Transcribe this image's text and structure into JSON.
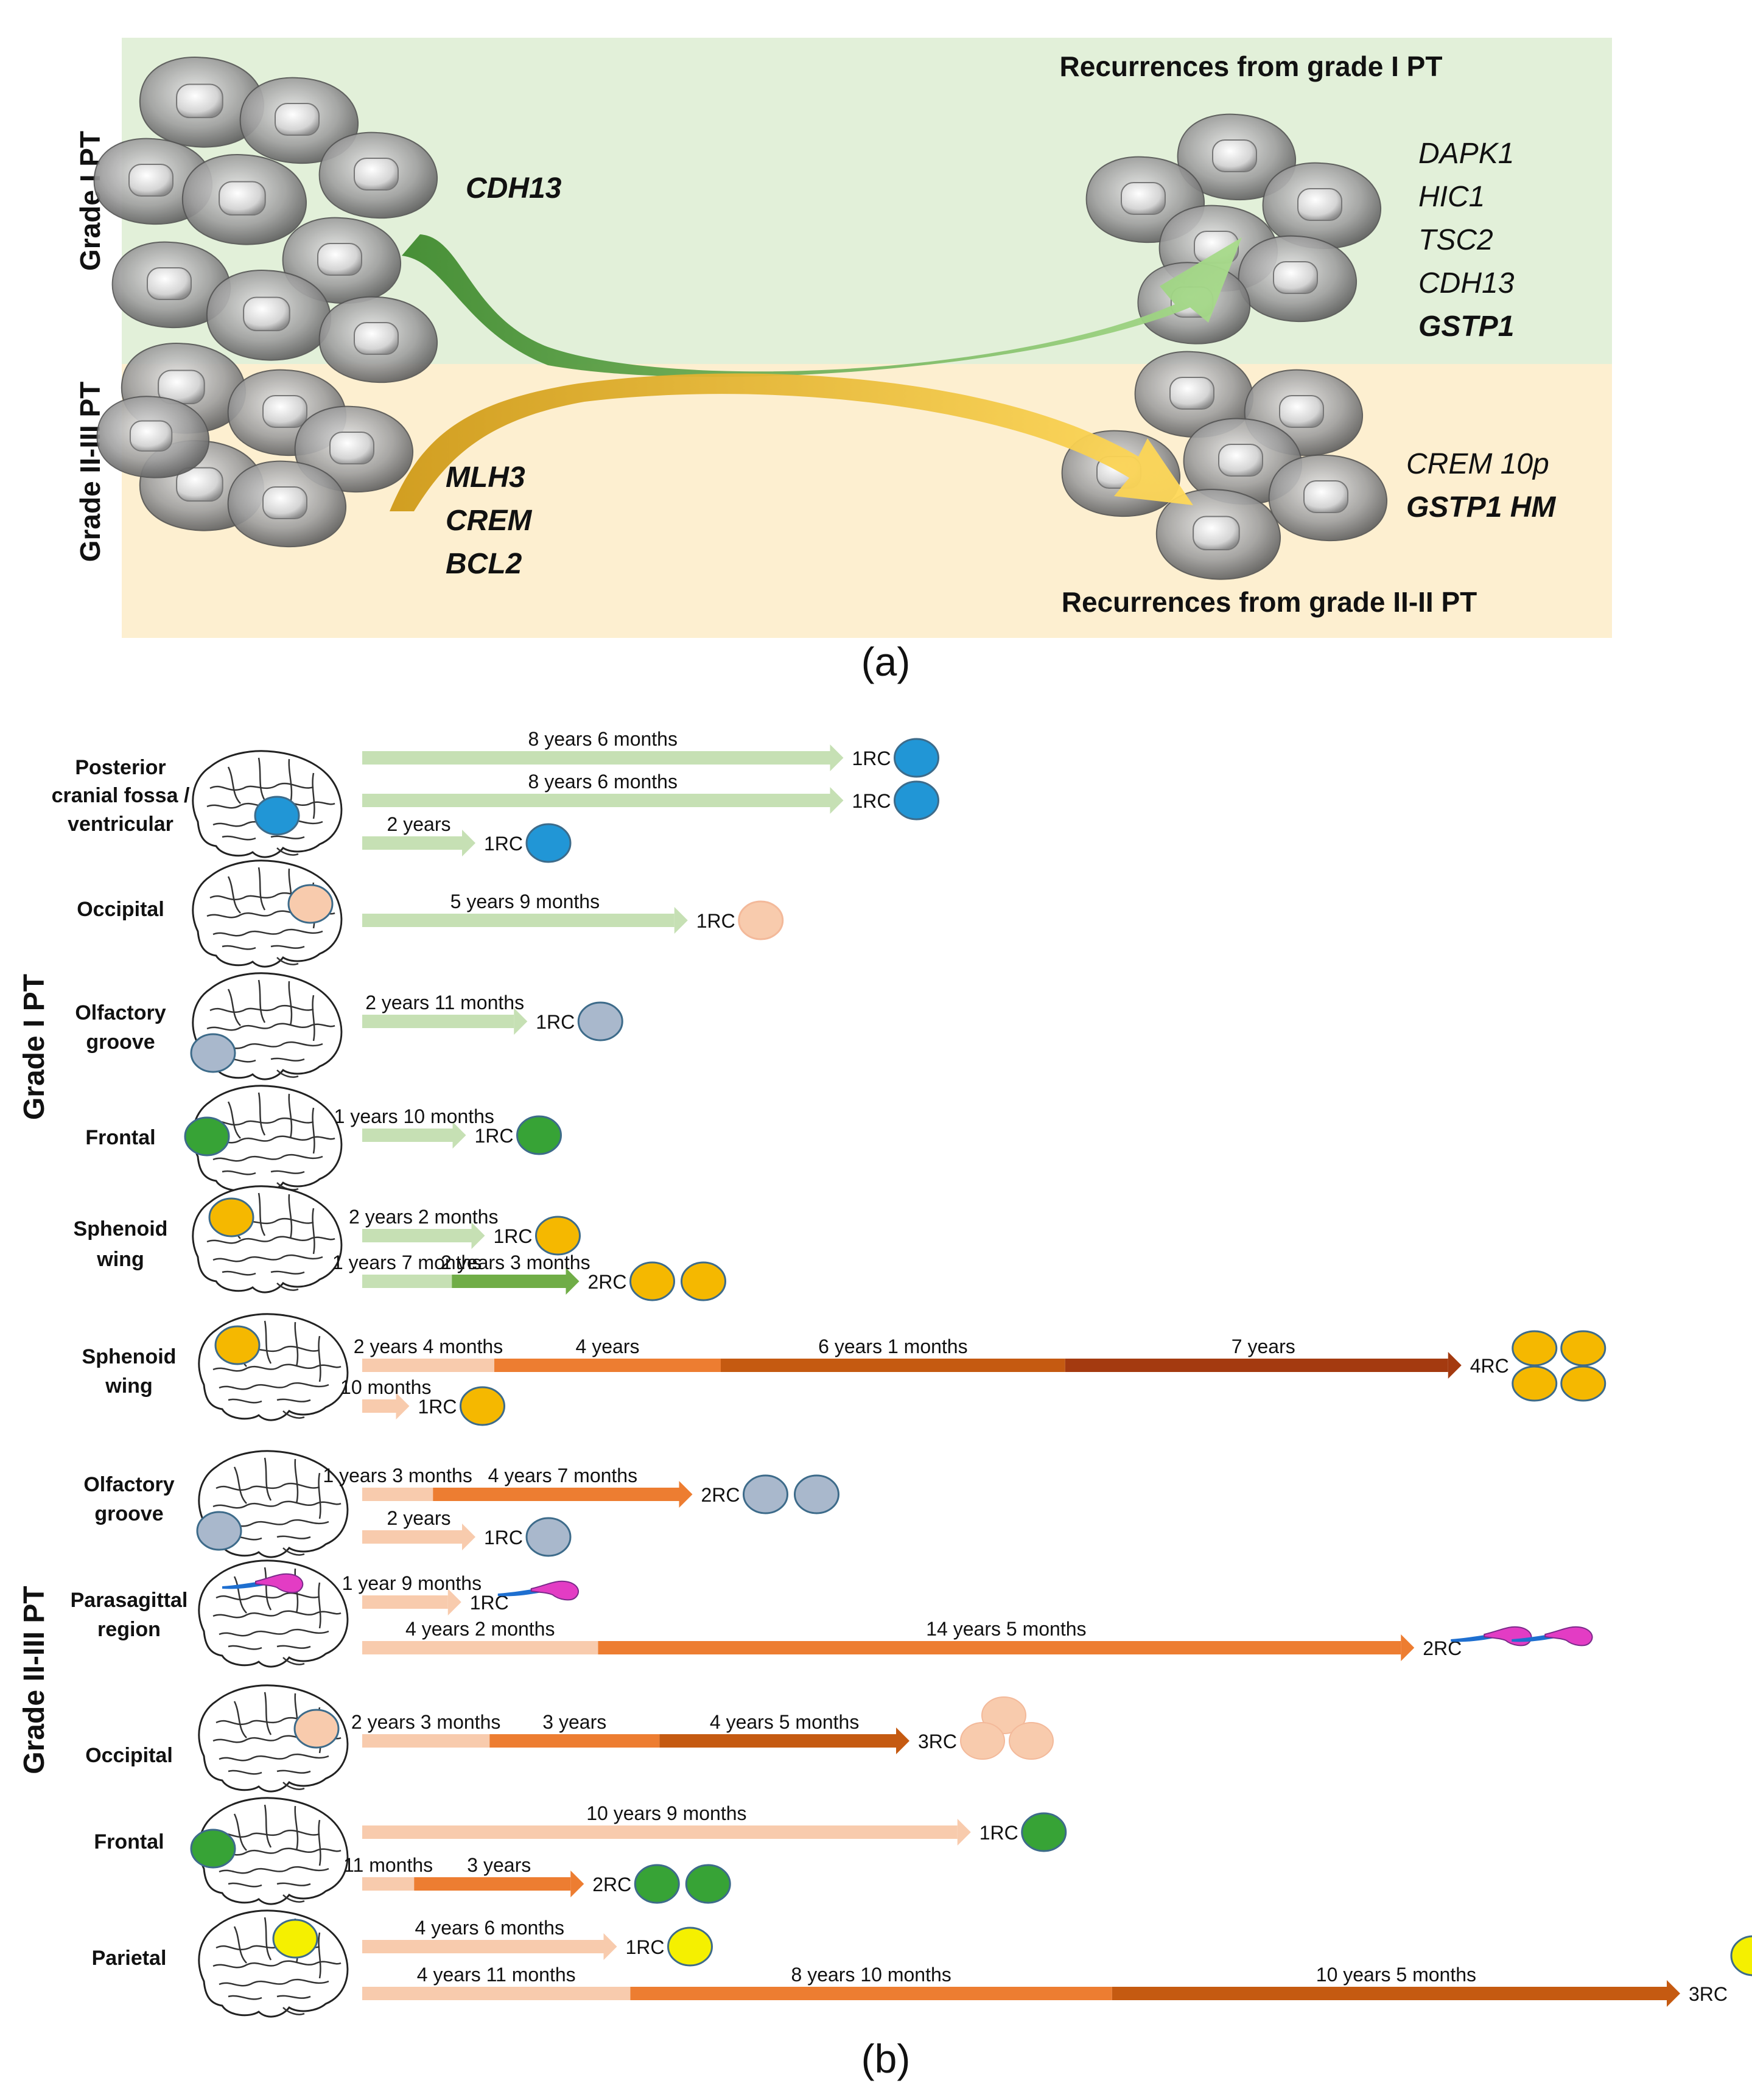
{
  "panel_a": {
    "caption": "(a)",
    "band_labels": {
      "grade1": "Grade I PT",
      "grade23": "Grade II-III PT"
    },
    "titles": {
      "recur_g1": "Recurrences from grade I PT",
      "recur_g23": "Recurrences from grade II-II PT"
    },
    "genes_g1_primary": [
      "CDH13"
    ],
    "genes_g1_recur": [
      {
        "text": "DAPK1",
        "bold": false
      },
      {
        "text": "HIC1",
        "bold": false
      },
      {
        "text": "TSC2",
        "bold": false
      },
      {
        "text": "CDH13",
        "bold": false
      },
      {
        "text": "GSTP1",
        "bold": true
      }
    ],
    "genes_g23_primary": [
      "MLH3",
      "CREM",
      "BCL2"
    ],
    "genes_g23_recur": [
      {
        "text": "CREM 10p",
        "bold": false
      },
      {
        "text": "GSTP1 HM",
        "bold": true
      }
    ],
    "colors": {
      "green_band": "#e2f0d9",
      "yellow_band": "#fdefd0",
      "green_arrow": "#4f9a3c",
      "yellow_arrow": "#d8a320"
    }
  },
  "panel_b": {
    "caption": "(b)",
    "group_labels": {
      "grade1": "Grade I PT",
      "grade23": "Grade II-III PT"
    },
    "colors": {
      "g1_light": "#c6e0b4",
      "g1_dark": "#70ad47",
      "g2_1": "#f8cbad",
      "g2_2": "#f4b183",
      "g2_3": "#ed7d31",
      "g2_4": "#c55a11",
      "g2_5": "#a43a10"
    },
    "rows": [
      {
        "group": "g1",
        "location": "Posterior cranial fossa / ventricular",
        "tumor": "#2196d6",
        "tumor_shape": "oval",
        "tumor_pos": "bottom-right",
        "arrows": [
          {
            "segments": [
              {
                "label": "8 years 6 months",
                "color": "#c6e0b4"
              }
            ],
            "rc": "1RC",
            "count": 1
          },
          {
            "segments": [
              {
                "label": "8 years 6 months",
                "color": "#c6e0b4"
              }
            ],
            "rc": "1RC",
            "count": 1
          },
          {
            "segments": [
              {
                "label": "2 years",
                "color": "#c6e0b4"
              }
            ],
            "rc": "1RC",
            "count": 1
          }
        ]
      },
      {
        "group": "g1",
        "location": "Occipital",
        "tumor": "#f8cbad",
        "tumor_shape": "oval",
        "tumor_pos": "right",
        "arrows": [
          {
            "segments": [
              {
                "label": "5 years 9 months",
                "color": "#c6e0b4"
              }
            ],
            "rc": "1RC",
            "count": 1
          }
        ]
      },
      {
        "group": "g1",
        "location": "Olfactory groove",
        "tumor": "#a9b8cc",
        "tumor_shape": "oval",
        "tumor_pos": "bottom-left",
        "arrows": [
          {
            "segments": [
              {
                "label": "2 years 11 months",
                "color": "#c6e0b4"
              }
            ],
            "rc": "1RC",
            "count": 1
          }
        ]
      },
      {
        "group": "g1",
        "location": "Frontal",
        "tumor": "#37a336",
        "tumor_shape": "oval",
        "tumor_pos": "left",
        "arrows": [
          {
            "segments": [
              {
                "label": "1 years 10 months",
                "color": "#c6e0b4"
              }
            ],
            "rc": "1RC",
            "count": 1
          }
        ]
      },
      {
        "group": "g1",
        "location": "Sphenoid wing",
        "tumor": "#f5b800",
        "tumor_shape": "oval",
        "tumor_pos": "center-left",
        "arrows": [
          {
            "segments": [
              {
                "label": "2 years 2 months",
                "color": "#c6e0b4"
              }
            ],
            "rc": "1RC",
            "count": 1
          },
          {
            "segments": [
              {
                "label": "1 years 7 months",
                "color": "#c6e0b4"
              },
              {
                "label": "2 years 3 months",
                "color": "#70ad47"
              }
            ],
            "rc": "2RC",
            "count": 2
          }
        ]
      },
      {
        "group": "g2",
        "location": "Sphenoid wing",
        "tumor": "#f5b800",
        "tumor_shape": "oval",
        "tumor_pos": "center-left",
        "arrows": [
          {
            "segments": [
              {
                "label": "2 years 4 months",
                "color": "#f8cbad"
              },
              {
                "label": "4 years",
                "color": "#ed7d31"
              },
              {
                "label": "6 years 1 months",
                "color": "#c55a11"
              },
              {
                "label": "7 years",
                "color": "#a43a10"
              }
            ],
            "rc": "4RC",
            "count": 4
          },
          {
            "segments": [
              {
                "label": "10 months",
                "color": "#f8cbad"
              }
            ],
            "rc": "1RC",
            "count": 1
          }
        ]
      },
      {
        "group": "g2",
        "location": "Olfactory groove",
        "tumor": "#a9b8cc",
        "tumor_shape": "oval",
        "tumor_pos": "bottom-left",
        "arrows": [
          {
            "segments": [
              {
                "label": "1 years 3 months",
                "color": "#f8cbad"
              },
              {
                "label": "4 years 7 months",
                "color": "#ed7d31"
              }
            ],
            "rc": "2RC",
            "count": 2
          },
          {
            "segments": [
              {
                "label": "2 years",
                "color": "#f8cbad"
              }
            ],
            "rc": "1RC",
            "count": 1
          }
        ]
      },
      {
        "group": "g2",
        "location": "Parasagittal region",
        "tumor": "#e33cc4",
        "tumor_shape": "tadpole",
        "tumor_pos": "top",
        "arrows": [
          {
            "segments": [
              {
                "label": "1 year 9 months",
                "color": "#f8cbad"
              }
            ],
            "rc": "1RC",
            "count": 1
          },
          {
            "segments": [
              {
                "label": "4 years 2 months",
                "color": "#f8cbad"
              },
              {
                "label": "14 years 5 months",
                "color": "#ed7d31"
              }
            ],
            "rc": "2RC",
            "count": 2
          }
        ]
      },
      {
        "group": "g2",
        "location": "Occipital",
        "tumor": "#f8cbad",
        "tumor_shape": "oval",
        "tumor_pos": "right",
        "arrows": [
          {
            "segments": [
              {
                "label": "2 years 3 months",
                "color": "#f8cbad"
              },
              {
                "label": "3 years",
                "color": "#ed7d31"
              },
              {
                "label": "4 years 5 months",
                "color": "#c55a11"
              }
            ],
            "rc": "3RC",
            "count": 3
          }
        ]
      },
      {
        "group": "g2",
        "location": "Frontal",
        "tumor": "#37a336",
        "tumor_shape": "oval",
        "tumor_pos": "left",
        "arrows": [
          {
            "segments": [
              {
                "label": "10 years 9 months",
                "color": "#f8cbad"
              }
            ],
            "rc": "1RC",
            "count": 1
          },
          {
            "segments": [
              {
                "label": "11 months",
                "color": "#f8cbad"
              },
              {
                "label": "3 years",
                "color": "#ed7d31"
              }
            ],
            "rc": "2RC",
            "count": 2
          }
        ]
      },
      {
        "group": "g2",
        "location": "Parietal",
        "tumor": "#f5f000",
        "tumor_shape": "oval",
        "tumor_pos": "top-right",
        "arrows": [
          {
            "segments": [
              {
                "label": "4 years 6 months",
                "color": "#f8cbad"
              }
            ],
            "rc": "1RC",
            "count": 1
          },
          {
            "segments": [
              {
                "label": "4 years 11 months",
                "color": "#f8cbad"
              },
              {
                "label": "8 years 10 months",
                "color": "#ed7d31"
              },
              {
                "label": "10 years 5 months",
                "color": "#c55a11"
              }
            ],
            "rc": "3RC",
            "count": 3
          }
        ]
      }
    ]
  }
}
